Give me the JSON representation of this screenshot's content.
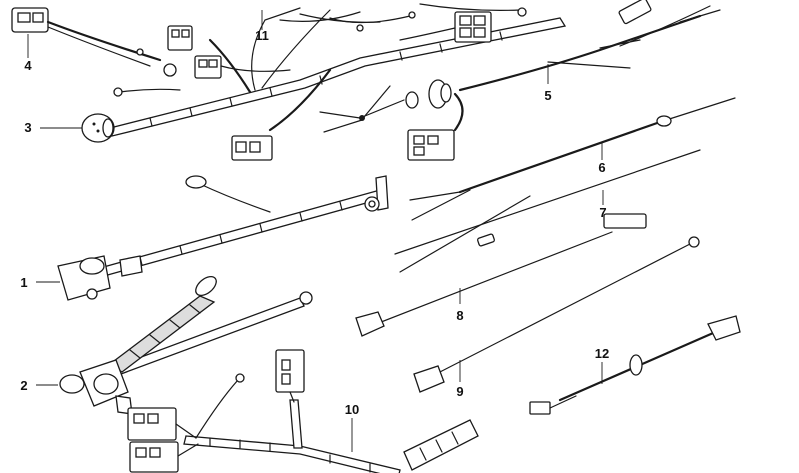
{
  "diagram": {
    "callouts": [
      "1",
      "2",
      "3",
      "4",
      "5",
      "6",
      "7",
      "8",
      "9",
      "10",
      "11",
      "12"
    ]
  }
}
